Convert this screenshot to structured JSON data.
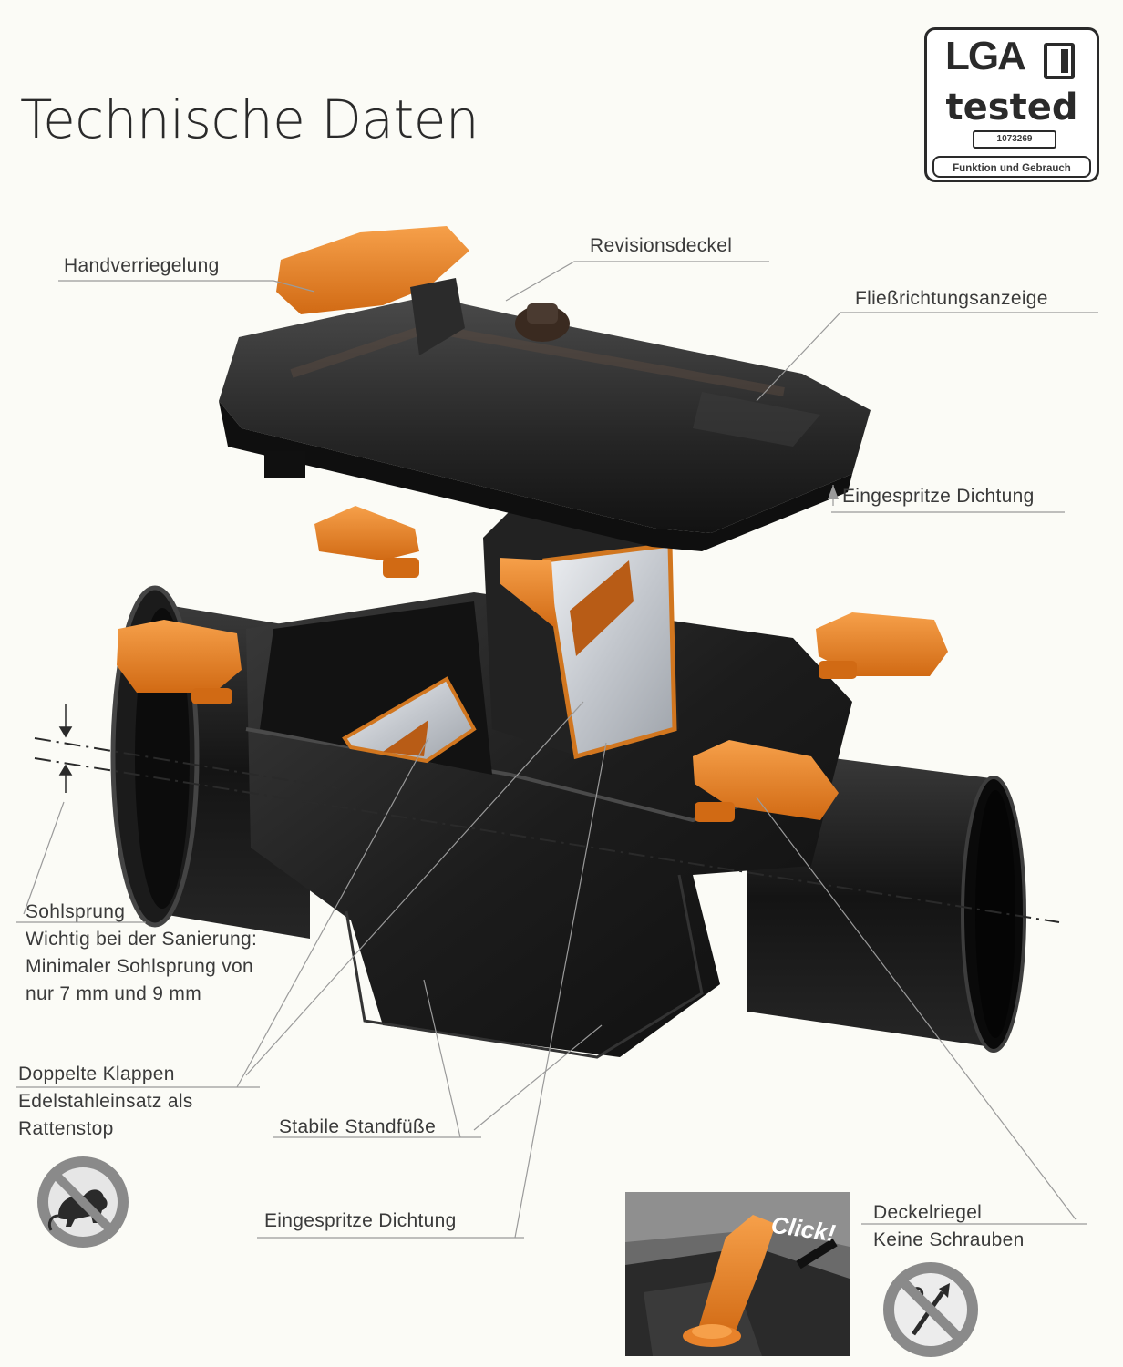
{
  "header": {
    "title": "Technische Daten"
  },
  "badge": {
    "brand": "LGA",
    "status": "tested",
    "number": "1073269",
    "caption": "Funktion und Gebrauch"
  },
  "labels": {
    "handverriegelung": "Handverriegelung",
    "revisionsdeckel": "Revisionsdeckel",
    "fliessrichtung": "Fließrichtungsanzeige",
    "dichtung_top": "Eingespritze Dichtung",
    "sohlsprung": {
      "title": "Sohlsprung",
      "lines": [
        "Wichtig bei der Sanierung:",
        "Minimaler Sohlsprung von",
        "nur 7 mm und 9 mm"
      ]
    },
    "klappen": {
      "lines": [
        "Doppelte Klappen",
        "Edelstahleinsatz als",
        "Rattenstop"
      ]
    },
    "standfuesse": "Stabile Standfüße",
    "dichtung_bottom": "Eingespritze Dichtung",
    "deckelriegel": {
      "lines": [
        "Deckelriegel",
        "Keine Schrauben"
      ]
    },
    "click": "Click!"
  },
  "colors": {
    "orange": "#e8822a",
    "body": "#1c1c1c",
    "steel": "#c9ccd1",
    "background": "#fbfbf6"
  },
  "icons": [
    "rat-prohibited-icon",
    "tools-prohibited-icon"
  ]
}
